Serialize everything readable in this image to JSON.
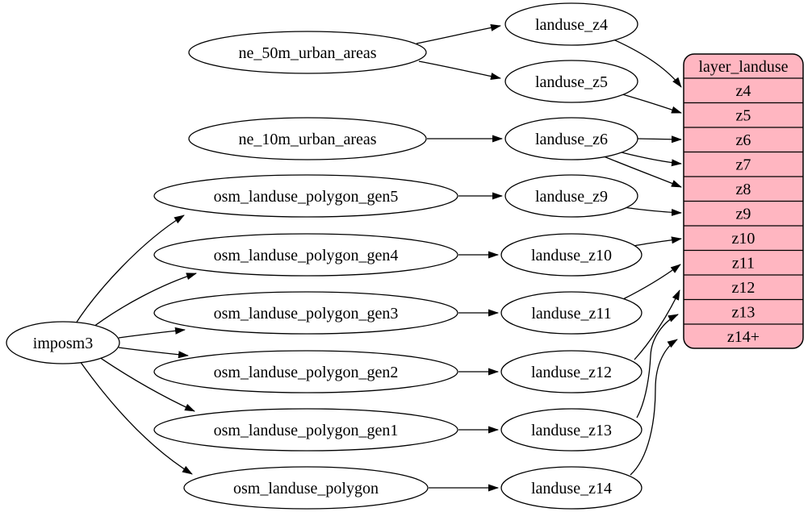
{
  "diagram": {
    "type": "directed-graph",
    "nodes": {
      "imposm3": "imposm3",
      "ne_50m_urban_areas": "ne_50m_urban_areas",
      "ne_10m_urban_areas": "ne_10m_urban_areas",
      "osm_landuse_polygon_gen5": "osm_landuse_polygon_gen5",
      "osm_landuse_polygon_gen4": "osm_landuse_polygon_gen4",
      "osm_landuse_polygon_gen3": "osm_landuse_polygon_gen3",
      "osm_landuse_polygon_gen2": "osm_landuse_polygon_gen2",
      "osm_landuse_polygon_gen1": "osm_landuse_polygon_gen1",
      "osm_landuse_polygon": "osm_landuse_polygon",
      "landuse_z4": "landuse_z4",
      "landuse_z5": "landuse_z5",
      "landuse_z6": "landuse_z6",
      "landuse_z9": "landuse_z9",
      "landuse_z10": "landuse_z10",
      "landuse_z11": "landuse_z11",
      "landuse_z12": "landuse_z12",
      "landuse_z13": "landuse_z13",
      "landuse_z14": "landuse_z14"
    },
    "table": {
      "title": "layer_landuse",
      "rows": [
        "z4",
        "z5",
        "z6",
        "z7",
        "z8",
        "z9",
        "z10",
        "z11",
        "z12",
        "z13",
        "z14+"
      ]
    },
    "colors": {
      "table_fill": "#ffb6c1",
      "node_fill": "#ffffff",
      "edge_stroke": "#000000"
    },
    "edges": [
      {
        "from": "imposm3",
        "to": "osm_landuse_polygon_gen5"
      },
      {
        "from": "imposm3",
        "to": "osm_landuse_polygon_gen4"
      },
      {
        "from": "imposm3",
        "to": "osm_landuse_polygon_gen3"
      },
      {
        "from": "imposm3",
        "to": "osm_landuse_polygon_gen2"
      },
      {
        "from": "imposm3",
        "to": "osm_landuse_polygon_gen1"
      },
      {
        "from": "imposm3",
        "to": "osm_landuse_polygon"
      },
      {
        "from": "ne_50m_urban_areas",
        "to": "landuse_z4"
      },
      {
        "from": "ne_50m_urban_areas",
        "to": "landuse_z5"
      },
      {
        "from": "ne_10m_urban_areas",
        "to": "landuse_z6"
      },
      {
        "from": "osm_landuse_polygon_gen5",
        "to": "landuse_z9"
      },
      {
        "from": "osm_landuse_polygon_gen4",
        "to": "landuse_z10"
      },
      {
        "from": "osm_landuse_polygon_gen3",
        "to": "landuse_z11"
      },
      {
        "from": "osm_landuse_polygon_gen2",
        "to": "landuse_z12"
      },
      {
        "from": "osm_landuse_polygon_gen1",
        "to": "landuse_z13"
      },
      {
        "from": "osm_landuse_polygon",
        "to": "landuse_z14"
      },
      {
        "from": "landuse_z4",
        "to": "layer_landuse.z4"
      },
      {
        "from": "landuse_z5",
        "to": "layer_landuse.z5"
      },
      {
        "from": "landuse_z6",
        "to": "layer_landuse.z6"
      },
      {
        "from": "landuse_z6",
        "to": "layer_landuse.z7"
      },
      {
        "from": "landuse_z6",
        "to": "layer_landuse.z8"
      },
      {
        "from": "landuse_z9",
        "to": "layer_landuse.z9"
      },
      {
        "from": "landuse_z10",
        "to": "layer_landuse.z10"
      },
      {
        "from": "landuse_z11",
        "to": "layer_landuse.z11"
      },
      {
        "from": "landuse_z12",
        "to": "layer_landuse.z12"
      },
      {
        "from": "landuse_z13",
        "to": "layer_landuse.z13"
      },
      {
        "from": "landuse_z14",
        "to": "layer_landuse.z14+"
      }
    ]
  }
}
